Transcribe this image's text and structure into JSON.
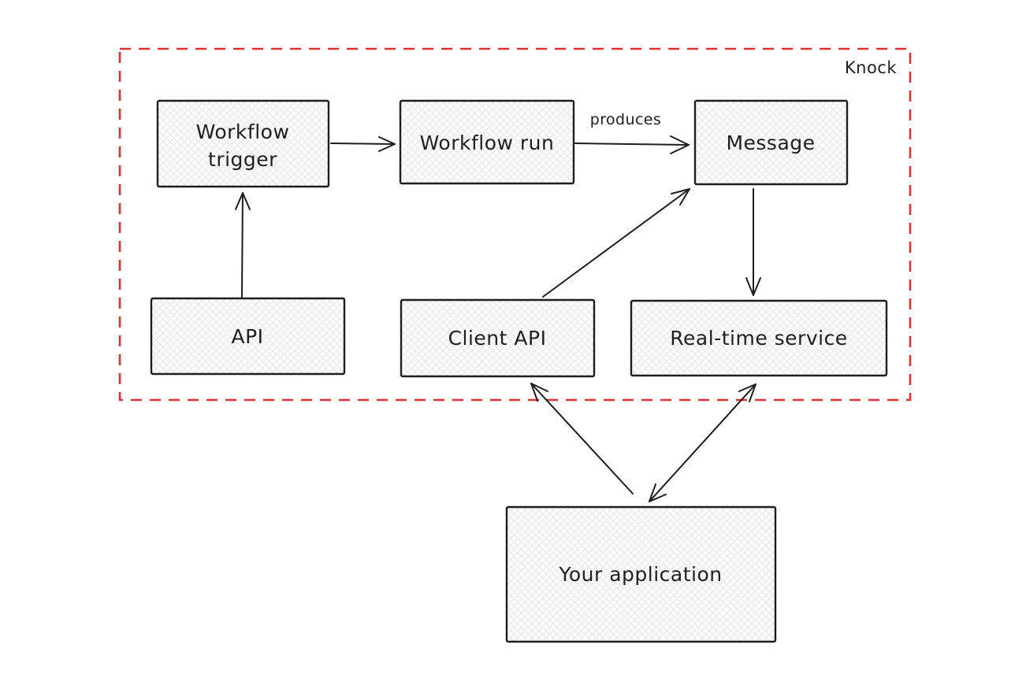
{
  "boundary": {
    "label": "Knock",
    "color": "#e03131"
  },
  "nodes": {
    "workflow_trigger": {
      "label": "Workflow trigger",
      "lines": [
        "Workflow",
        "trigger"
      ]
    },
    "workflow_run": {
      "label": "Workflow run"
    },
    "message": {
      "label": "Message"
    },
    "api": {
      "label": "API"
    },
    "client_api": {
      "label": "Client API"
    },
    "realtime_service": {
      "label": "Real-time service"
    },
    "your_application": {
      "label": "Your application"
    }
  },
  "edges": [
    {
      "id": "trigger-to-run",
      "from": "Workflow trigger",
      "to": "Workflow run",
      "direction": "one-way",
      "label": ""
    },
    {
      "id": "run-to-message",
      "from": "Workflow run",
      "to": "Message",
      "direction": "one-way",
      "label": "produces"
    },
    {
      "id": "api-to-trigger",
      "from": "API",
      "to": "Workflow trigger",
      "direction": "one-way",
      "label": ""
    },
    {
      "id": "client-api-to-message",
      "from": "Client API",
      "to": "Message",
      "direction": "one-way",
      "label": ""
    },
    {
      "id": "message-to-realtime",
      "from": "Message",
      "to": "Real-time service",
      "direction": "one-way",
      "label": ""
    },
    {
      "id": "app-to-client-api",
      "from": "Your application",
      "to": "Client API",
      "direction": "one-way",
      "label": ""
    },
    {
      "id": "app-to-realtime",
      "from": "Your application",
      "to": "Real-time service",
      "direction": "two-way",
      "label": ""
    }
  ],
  "colors": {
    "stroke": "#1e1e1e",
    "hatch": "#dce1e8",
    "boundary_red": "#e03131"
  }
}
